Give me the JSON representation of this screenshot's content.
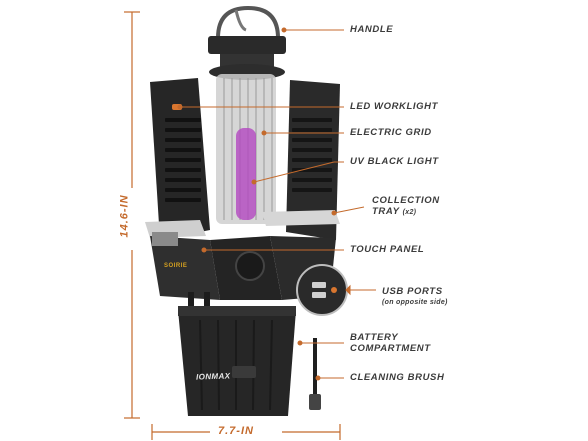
{
  "callouts": {
    "handle": "HANDLE",
    "led_worklight": "LED WORKLIGHT",
    "electric_grid": "ELECTRIC GRID",
    "uv_black_light": "UV BLACK LIGHT",
    "collection_tray": "COLLECTION",
    "collection_tray_line2": "TRAY",
    "collection_tray_qty": "(x2)",
    "touch_panel": "TOUCH PANEL",
    "usb_ports": "USB PORTS",
    "usb_ports_note": "(on opposite side)",
    "battery": "BATTERY",
    "battery_line2": "COMPARTMENT",
    "cleaning_brush": "CLEANING BRUSH"
  },
  "dimensions": {
    "height": "14.6-IN",
    "width": "7.7-IN"
  },
  "brand_marks": {
    "panel_logo": "SOIRIE",
    "battery_logo": "IONMAX"
  },
  "colors": {
    "accent_orange": "#c46a2c",
    "label_text": "#3b3b3b",
    "body_dark": "#2b2b2b",
    "uv_purple": "#b347c0"
  }
}
